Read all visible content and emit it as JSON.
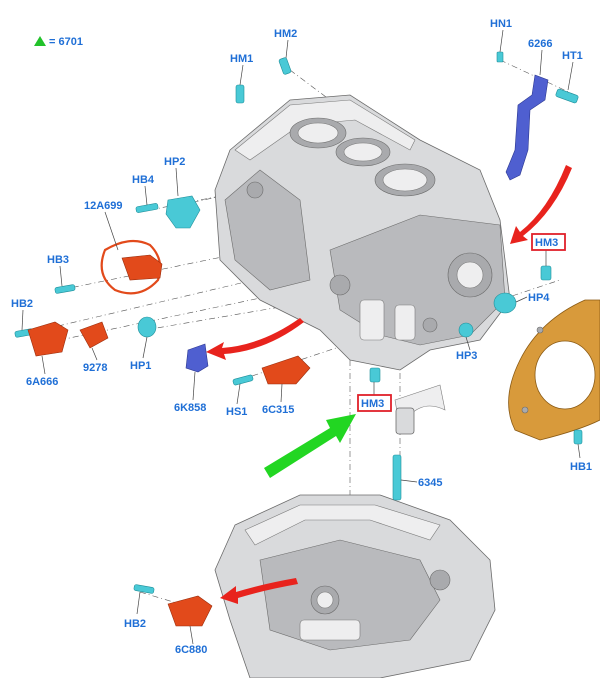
{
  "legend": {
    "marker_color": "#22c22a",
    "text": "= 6701"
  },
  "labels": {
    "hm1": "HM1",
    "hm2": "HM2",
    "hn1": "HN1",
    "p6266": "6266",
    "ht1": "HT1",
    "hp2": "HP2",
    "hb4": "HB4",
    "p12a699": "12A699",
    "hb3": "HB3",
    "hb2_top": "HB2",
    "p6a666": "6A666",
    "p9278": "9278",
    "hp1": "HP1",
    "p6k858": "6K858",
    "hs1": "HS1",
    "p6c315": "6C315",
    "hm3_right": "HM3",
    "hp4": "HP4",
    "hp3": "HP3",
    "hm3_center": "HM3",
    "p6345": "6345",
    "hb1": "HB1",
    "hb2_bottom": "HB2",
    "p6c880": "6C880"
  },
  "colors": {
    "label_text": "#1f6fd6",
    "highlight_box": "#e0202a",
    "arrow_red": "#e8231d",
    "arrow_green": "#22d622",
    "fastener_cyan": "#49c9d6",
    "sensor_orange": "#e24a1b",
    "pipe_blue": "#4f5fd0",
    "plate_copper": "#d89a3b",
    "casting_grey": "#d9dadc"
  }
}
